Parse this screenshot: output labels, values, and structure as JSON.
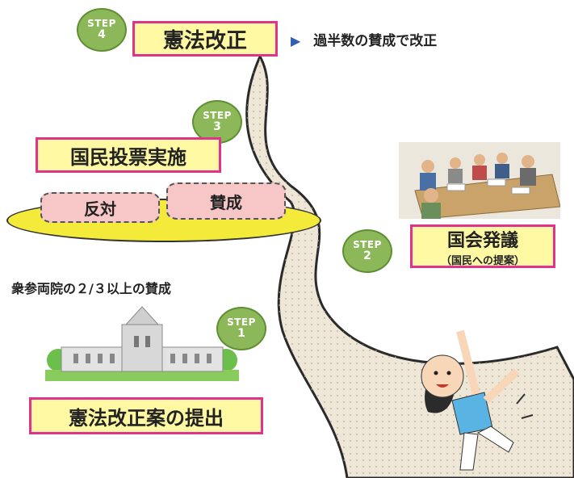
{
  "steps": {
    "step4": {
      "word": "STEP",
      "num": "4"
    },
    "step3": {
      "word": "STEP",
      "num": "3"
    },
    "step2": {
      "word": "STEP",
      "num": "2"
    },
    "step1": {
      "word": "STEP",
      "num": "1"
    }
  },
  "boxes": {
    "amendment": "憲法改正",
    "referendum": "国民投票実施",
    "diet_title": "国会発議",
    "diet_sub": "（国民への提案）",
    "proposal": "憲法改正案の提出"
  },
  "notes": {
    "majority_arrow": "▶",
    "majority": "過半数の賛成で改正",
    "two_thirds": "衆参両院の２/３以上の賛成"
  },
  "ballot": {
    "against": "反対",
    "for": "賛成"
  },
  "colors": {
    "step_green": "#8db85a",
    "box_fill": "#fff9a3",
    "box_border": "#e0338f",
    "arrow_blue": "#2f5fb3",
    "road": "#eee6d6",
    "platform": "#f3ea3a",
    "drum_pink": "#f7c6c6"
  },
  "icons": [
    "diet-building-icon",
    "meeting-people-icon",
    "woman-climber-icon"
  ]
}
